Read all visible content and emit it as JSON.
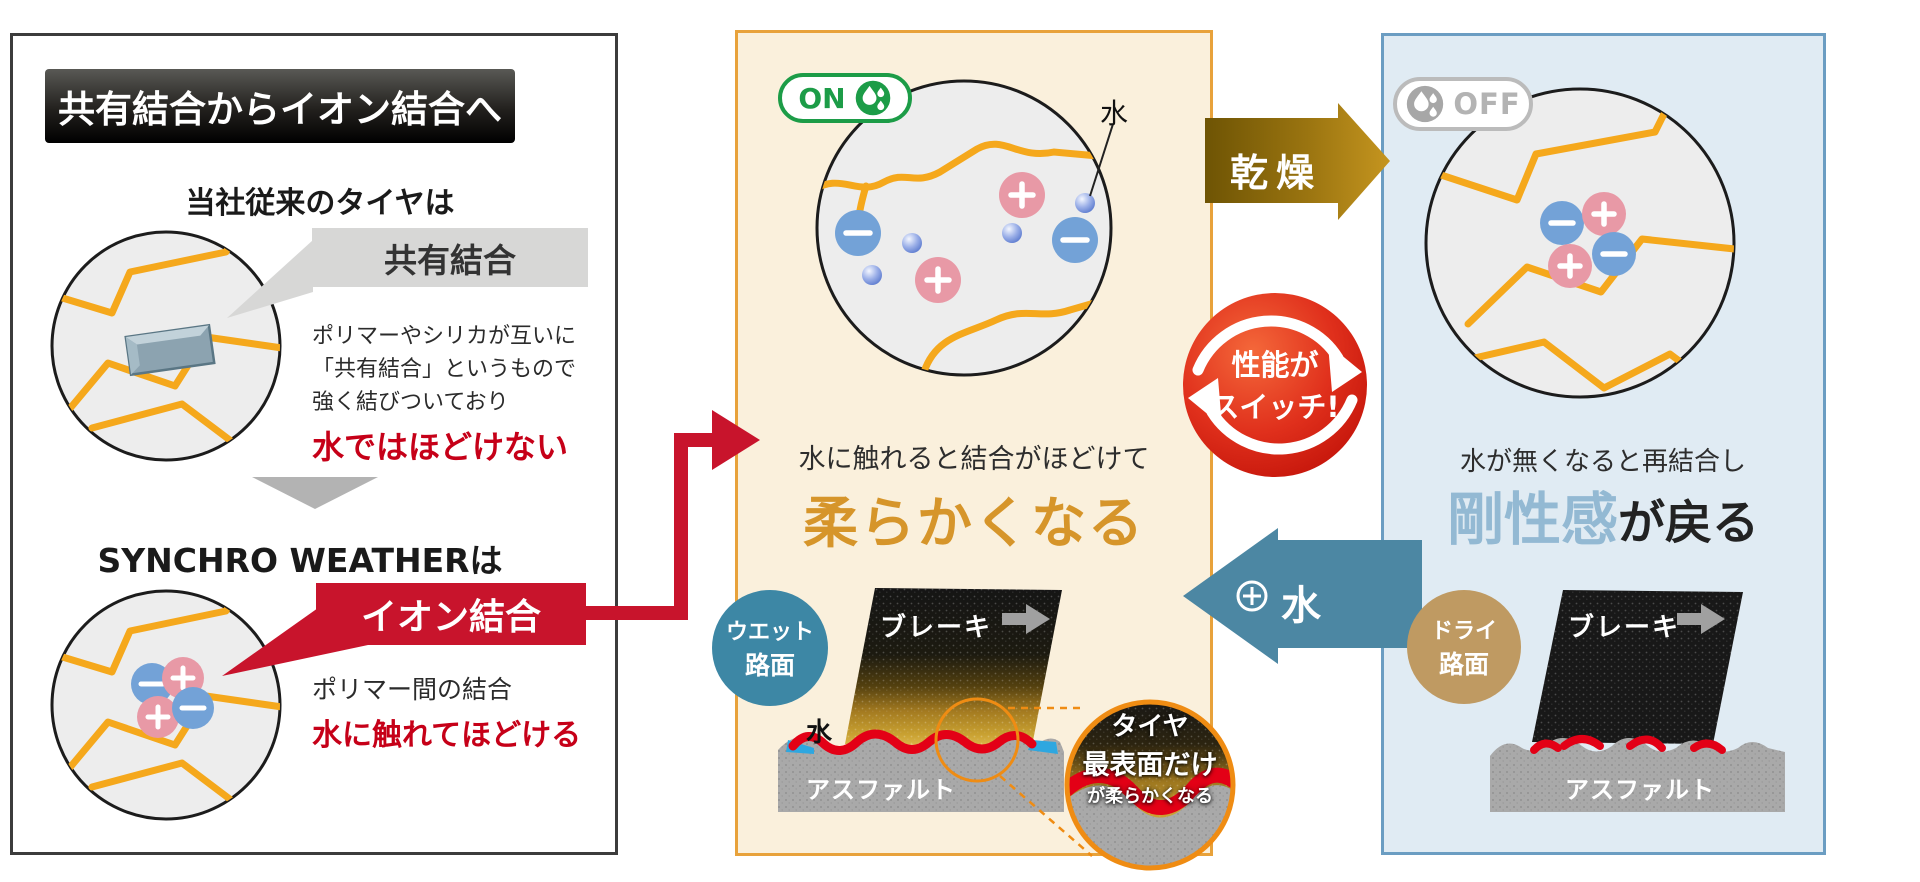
{
  "left_panel": {
    "title": "共有結合からイオン結合へ",
    "conventional": {
      "heading": "当社従来のタイヤは",
      "callout": "共有結合",
      "desc_lines": [
        "ポリマーやシリカが互いに",
        "「共有結合」というもので",
        "強く結びついており"
      ],
      "warning": "水ではほどけない"
    },
    "synchro": {
      "heading": "SYNCHRO WEATHERは",
      "callout": "イオン結合",
      "desc": "ポリマー間の結合",
      "warning": "水に触れてほどける"
    }
  },
  "wet_panel": {
    "switch_state": "ON",
    "water_label": "水",
    "line1": "水に触れると結合がほどけて",
    "highlight": "柔らかくなる",
    "road_badge_line1": "ウエット",
    "road_badge_line2": "路面",
    "brake_label": "ブレーキ",
    "ground_water_label": "水",
    "asphalt_label": "アスファルト",
    "magnifier_line1": "タイヤ",
    "magnifier_line2": "最表面だけ",
    "magnifier_line3": "が柔らかくなる"
  },
  "dry_panel": {
    "switch_state": "OFF",
    "line1": "水が無くなると再結合し",
    "highlight": "剛性感",
    "highlight_suffix": "が戻る",
    "road_badge_line1": "ドライ",
    "road_badge_line2": "路面",
    "brake_label": "ブレーキ",
    "asphalt_label": "アスファルト"
  },
  "transitions": {
    "dry_arrow_label": "乾燥",
    "switch_line1": "性能が",
    "switch_line2": "スイッチ!",
    "water_arrow_label": "水",
    "water_arrow_icon": "plus-circle"
  },
  "ions": {
    "positive_symbol": "+",
    "negative_symbol": "−"
  },
  "colors": {
    "brand_red": "#c8142c",
    "warning_red": "#c60018",
    "soft_gold": "#d6952a",
    "rigid_blue": "#93b9d3",
    "switch_green": "#1c9c47",
    "off_gray": "#b3b3b3",
    "wet_panel_bg": "#faf0dc",
    "wet_panel_border": "#e8a23b",
    "dry_panel_bg": "#e0ebf3",
    "dry_panel_border": "#6b9dc2",
    "polymer_orange": "#f5a81c",
    "ion_pink": "#e899a6",
    "ion_blue": "#73a2d7",
    "wet_road_badge": "#3d87a5",
    "dry_road_badge": "#bf9a62",
    "dry_arrow_gold": "#9a7410",
    "water_arrow_blue": "#4c87a3",
    "contact_red": "#e30016"
  }
}
